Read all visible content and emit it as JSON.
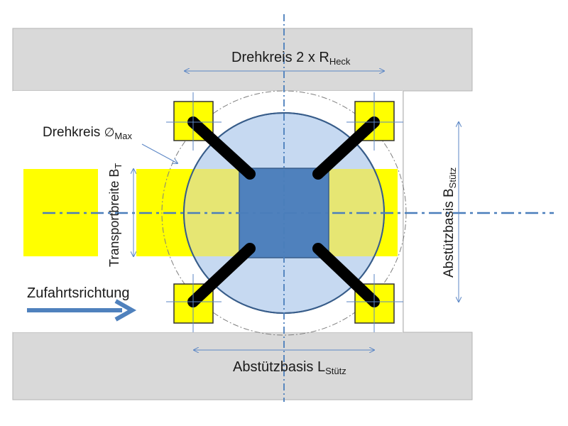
{
  "labels": {
    "turning_circle_rear": {
      "main": "Drehkreis 2 x R",
      "sub": "Heck"
    },
    "turning_circle_max": {
      "main": "Drehkreis ",
      "symbol": "∅",
      "sub": "Max"
    },
    "transport_width": {
      "main": "Transportbreite B",
      "sub": "T"
    },
    "support_base_width": {
      "main": "Abstützbasis B",
      "sub": "Stütz"
    },
    "support_base_length": {
      "main": "Abstützbasis L",
      "sub": "Stütz"
    },
    "access_direction": "Zufahrtsrichtung"
  },
  "colors": {
    "road_gray": "#d9d9d9",
    "road_outline": "#b3b3b3",
    "transport_yellow": "#ffff00",
    "outline_black": "#333333",
    "circle_fill": "#c6d9f1",
    "circle_stroke": "#385d8a",
    "overlap_fill": "#e6e673",
    "body_blue": "#4f81bd",
    "body_stroke": "#385d8a",
    "outrigger_black": "#000000",
    "axis_blue": "#4a7ebb",
    "dim_blue": "#5b86c5",
    "arrow_blue": "#4f81bd"
  }
}
